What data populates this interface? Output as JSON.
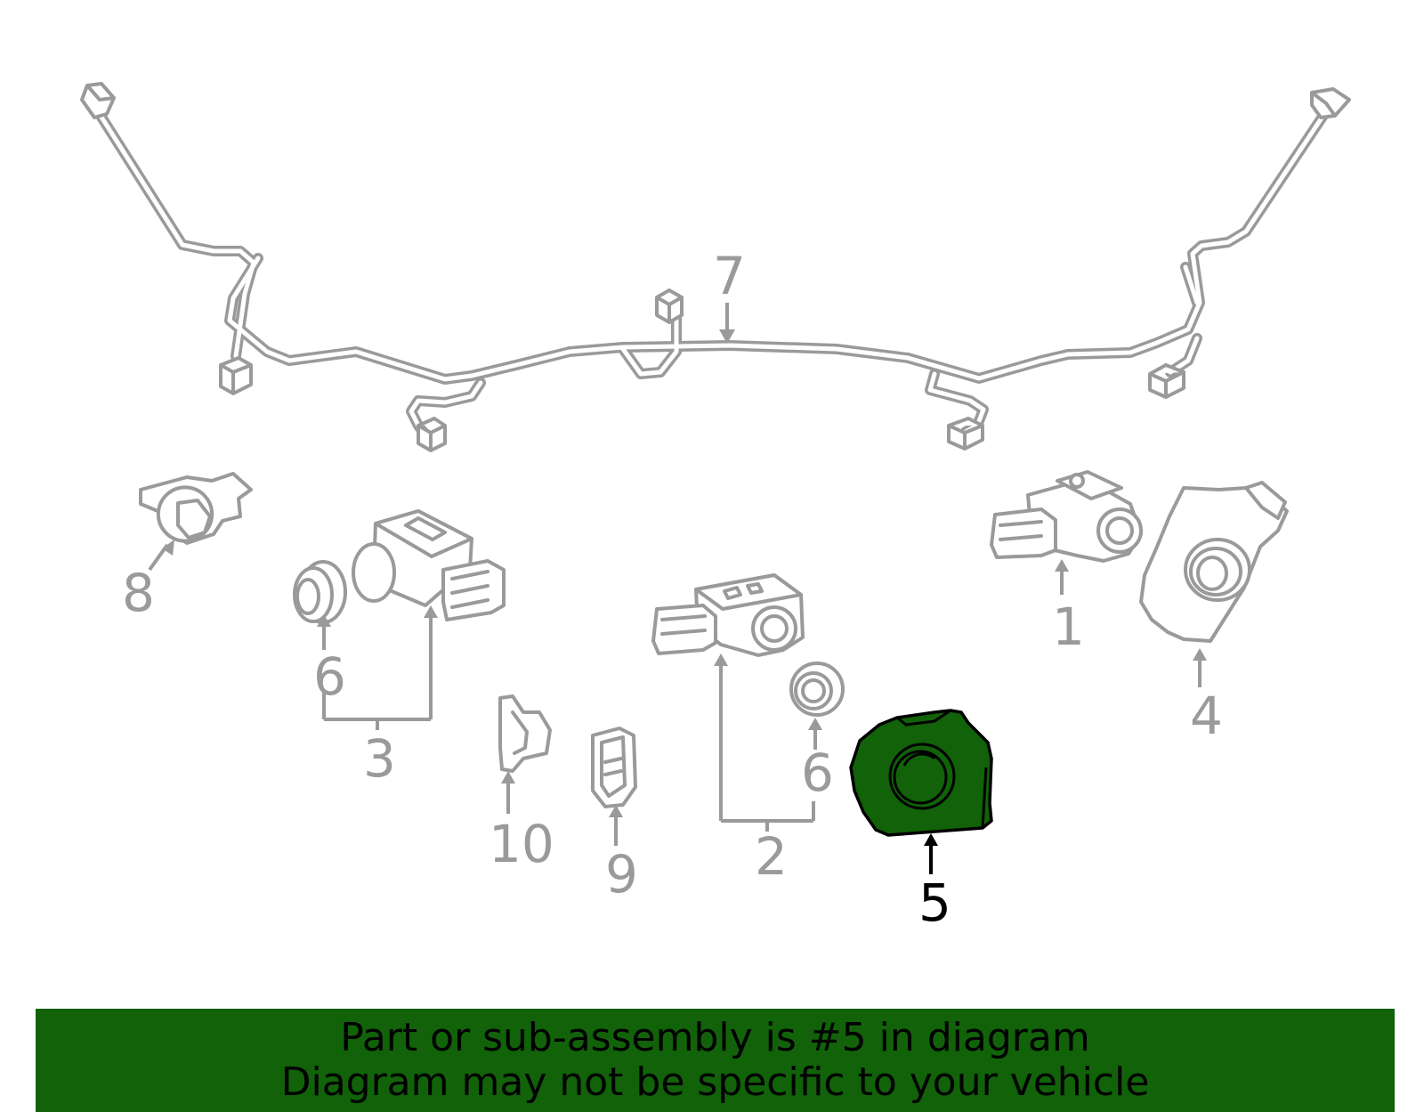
{
  "callouts": {
    "c1": "1",
    "c2": "2",
    "c3": "3",
    "c4": "4",
    "c5": "5",
    "c6a": "6",
    "c6b": "6",
    "c7": "7",
    "c8": "8",
    "c9": "9",
    "c10": "10"
  },
  "highlight_color": "#116209",
  "line_color": "#9a9a9a",
  "banner": {
    "line1": "Part or sub-assembly is #5 in diagram",
    "line2": "Diagram may not be specific to your vehicle"
  }
}
